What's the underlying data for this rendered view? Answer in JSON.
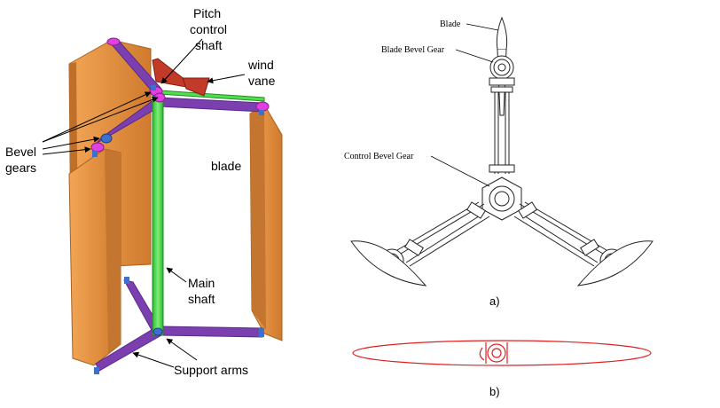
{
  "left_panel": {
    "labels": {
      "pitch_control_shaft": [
        "Pitch",
        "control",
        "shaft"
      ],
      "wind_vane": [
        "wind",
        "vane"
      ],
      "bevel_gears": [
        "Bevel",
        "gears"
      ],
      "blade": "blade",
      "main_shaft": [
        "Main",
        "shaft"
      ],
      "support_arms": "Support arms"
    },
    "colors": {
      "blade": "#e8933f",
      "blade_dark": "#b86a22",
      "arm": "#7b3fb0",
      "main_shaft": "#4ee04e",
      "gear": "#e040e0",
      "vane": "#c23a28",
      "bearing": "#3d6fd1"
    }
  },
  "right_panel": {
    "labels": {
      "blade": "Blade",
      "blade_bevel_gear": "Blade Bevel Gear",
      "control_bevel_gear": "Control Bevel Gear"
    },
    "caption_a": "a)",
    "caption_b": "b)",
    "colors": {
      "profile": "#e02020"
    }
  }
}
